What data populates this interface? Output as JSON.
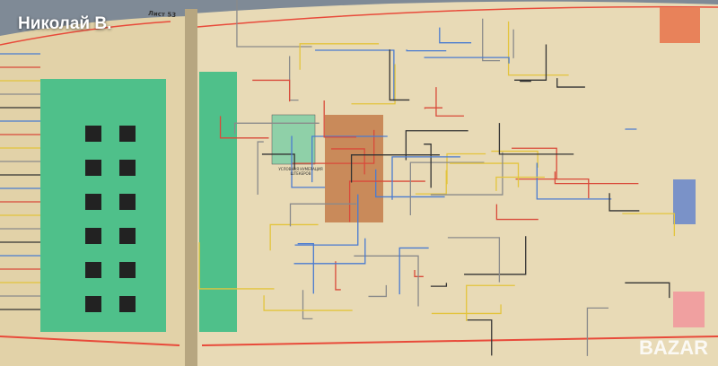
{
  "overlay": {
    "name": "Николай В."
  },
  "book": {
    "left_page": {
      "sheet_label": "Лист 53"
    },
    "right_page": {
      "inset_caption": "Условная нумерация штекеров"
    }
  },
  "watermark": {
    "text": "BAZAR"
  },
  "colors": {
    "page": "#e6d8b2",
    "green_panel": "#4fc08a",
    "red_rule": "#e84a3a",
    "wire_blue": "#4a7bd0",
    "wire_red": "#d94a3a",
    "wire_yellow": "#e3c43c",
    "wire_gray": "#8a8a8a",
    "connector_orange": "#c98a5a"
  }
}
